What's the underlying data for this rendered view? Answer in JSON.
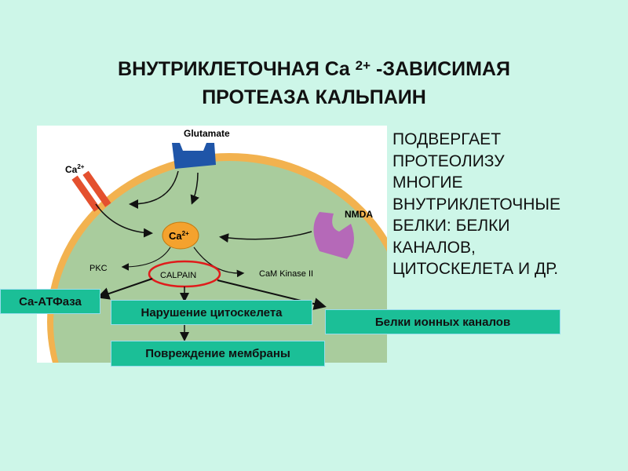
{
  "title": {
    "line1_a": "ВНУТРИКЛЕТОЧНАЯ Ca ",
    "line1_sup": "2+",
    "line1_b": " -ЗАВИСИМАЯ",
    "line2": "ПРОТЕАЗА  КАЛЬПАИН"
  },
  "diagram": {
    "glutamate": "Glutamate",
    "ca_channel": "Ca",
    "ca_sup": "2+",
    "nmda": "NMDA",
    "ca_center": "Ca",
    "pkc": "PKC",
    "calpain": "CALPAIN",
    "cam_kinase": "CaM Kinase II"
  },
  "boxes": {
    "atpase": "Ca-АТФаза",
    "cytoskeleton": "Нарушение цитоскелета",
    "ion_channels": "Белки ионных каналов",
    "membrane": "Повреждение мембраны"
  },
  "description": [
    "ПОДВЕРГАЕТ",
    "ПРОТЕОЛИЗУ",
    "МНОГИЕ",
    "ВНУТРИКЛЕТОЧНЫЕ",
    "БЕЛКИ: БЕЛКИ",
    "КАНАЛОВ,",
    "ЦИТОСКЕЛЕТА И ДР."
  ]
}
